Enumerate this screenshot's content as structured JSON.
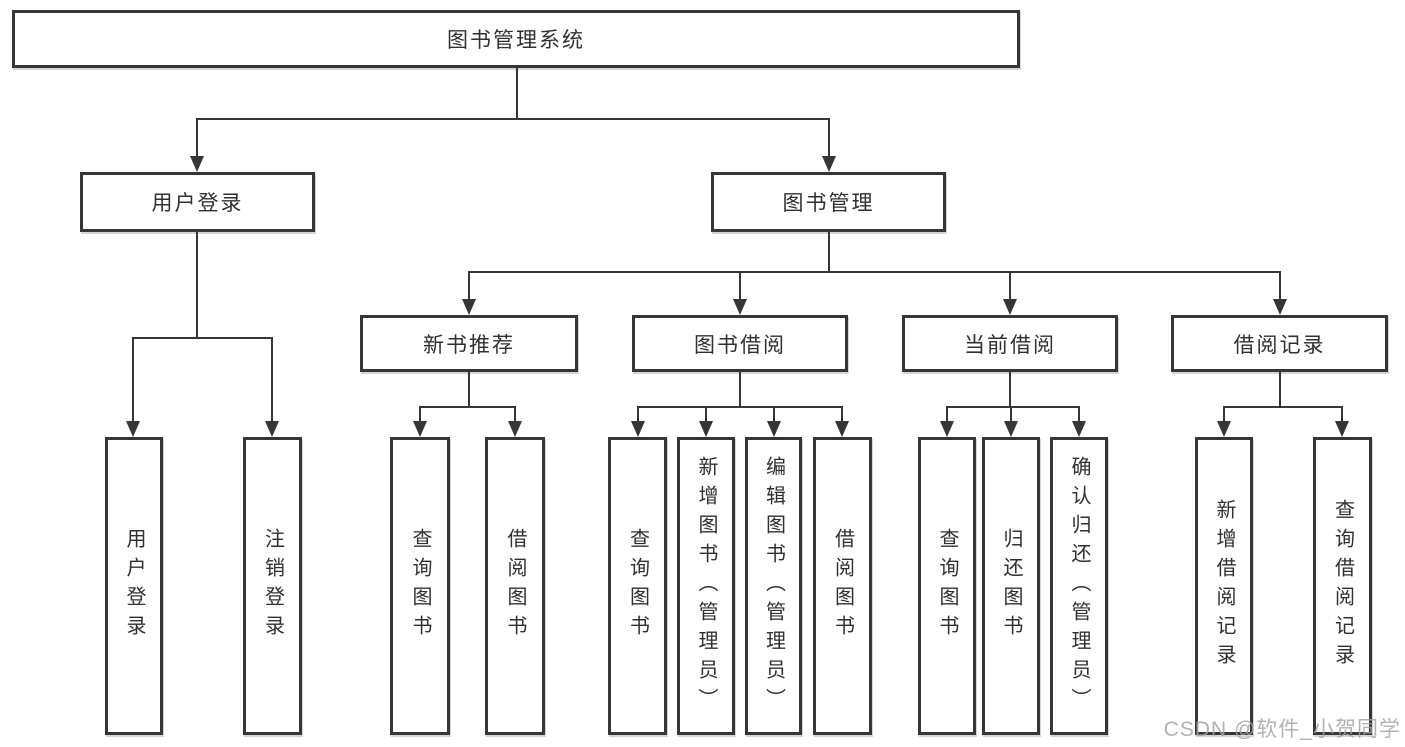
{
  "diagram": {
    "root": {
      "label": "图书管理系统"
    },
    "level2": [
      {
        "label": "用户登录"
      },
      {
        "label": "图书管理"
      }
    ],
    "level3": [
      {
        "label": "新书推荐"
      },
      {
        "label": "图书借阅"
      },
      {
        "label": "当前借阅"
      },
      {
        "label": "借阅记录"
      }
    ],
    "leaves": {
      "user_login": [
        "用户登录",
        "注销登录"
      ],
      "new_book": [
        "查询图书",
        "借阅图书"
      ],
      "book_borrow": [
        "查询图书",
        "新增图书（管理员）",
        "编辑图书（管理员）",
        "借阅图书"
      ],
      "current_borrow": [
        "查询图书",
        "归还图书",
        "确认归还（管理员）"
      ],
      "borrow_record": [
        "新增借阅记录",
        "查询借阅记录"
      ]
    }
  },
  "watermark": {
    "text": "CSDN @软件_小贺同学"
  },
  "colors": {
    "line": "#363636",
    "text": "#303030",
    "watermark": "#a5a5a5",
    "background": "#ffffff"
  }
}
